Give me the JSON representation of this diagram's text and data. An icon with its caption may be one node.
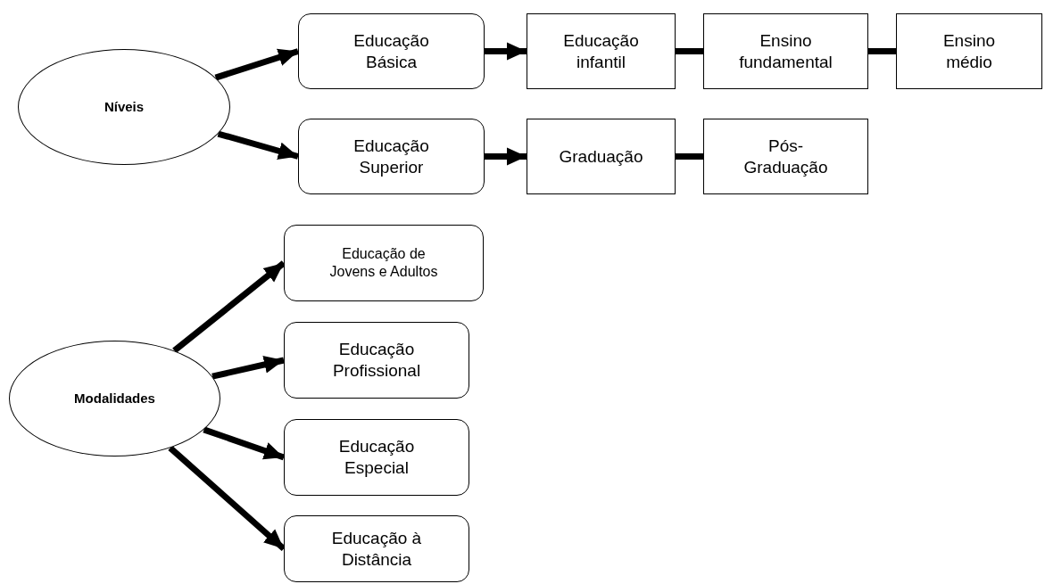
{
  "diagram": {
    "nodes": [
      {
        "text": [
          "Níveis"
        ]
      },
      {
        "text": [
          "Educação Básica"
        ]
      },
      {
        "text": [
          "Educação Superior"
        ]
      },
      {
        "text": [
          "Educação infantil"
        ]
      },
      {
        "text": [
          "Ensino fundamental"
        ]
      },
      {
        "text": [
          "Ensino médio"
        ]
      },
      {
        "text": [
          "Graduação"
        ]
      },
      {
        "text": [
          "Pós- Graduação"
        ]
      },
      {
        "text": [
          "Modalidades"
        ]
      },
      {
        "text": [
          "Educação de Jovens e Adultos"
        ]
      },
      {
        "text": [
          "Educação Profissional"
        ]
      },
      {
        "text": [
          "Educação Especial"
        ]
      },
      {
        "text": [
          "Educação à Distância"
        ]
      }
    ],
    "edges": [
      {
        "from": 0,
        "to": 1,
        "arrow": "to"
      },
      {
        "from": 0,
        "to": 2,
        "arrow": "to"
      },
      {
        "from": 1,
        "to": 3,
        "arrow": "to"
      },
      {
        "from": 3,
        "to": 4,
        "arrow": "none"
      },
      {
        "from": 4,
        "to": 5,
        "arrow": "none"
      },
      {
        "from": 2,
        "to": 6,
        "arrow": "to"
      },
      {
        "from": 6,
        "to": 7,
        "arrow": "none"
      },
      {
        "from": 8,
        "to": 9,
        "arrow": "to"
      },
      {
        "from": 8,
        "to": 10,
        "arrow": "to"
      },
      {
        "from": 8,
        "to": 11,
        "arrow": "to"
      },
      {
        "from": 8,
        "to": 12,
        "arrow": "to"
      }
    ]
  }
}
